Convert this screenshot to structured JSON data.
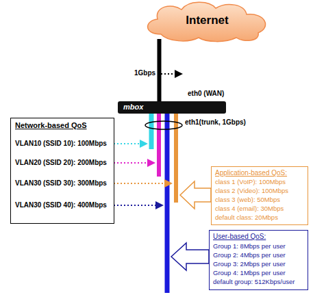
{
  "diagram": {
    "nodes": [
      {
        "text": [
          "Internet"
        ]
      },
      {
        "text": [
          "mbox"
        ]
      },
      {
        "text": [
          "Network-based QoS",
          "VLAN10 (SSID 10): 100Mbps",
          "VLAN20 (SSID 20): 200Mbps",
          "VLAN30 (SSID 30): 300Mbps",
          "VLAN30 (SSID 40): 400Mbps"
        ]
      },
      {
        "text": [
          "Application-based QoS:",
          "class 1 (VoIP): 100Mbps",
          "class 2 (Video): 100Mbps",
          "class 3 (web): 50Mbps",
          "class 4 (email): 30Mbps",
          "default class: 20Mbps"
        ]
      },
      {
        "text": [
          "User-based QoS:",
          "Group 1: 8Mbps per user",
          "Group 2: 4Mbps per user",
          "Group 3: 2Mbps per user",
          "Group 4: 1Mbps per user",
          "default group: 512Kbps/user"
        ]
      }
    ],
    "edges": [
      {
        "from": 0,
        "to": 1,
        "arrow": "none"
      }
    ],
    "labels": [
      "1Gbps",
      "eth0 (WAN)",
      "eth1(trunk, 1Gbps)"
    ]
  }
}
